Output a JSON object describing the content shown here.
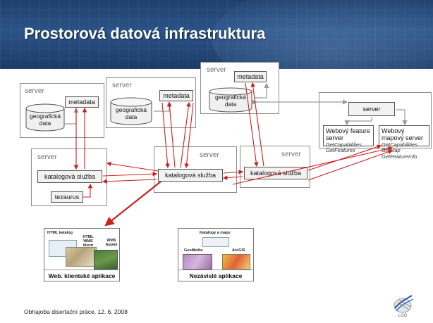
{
  "header": {
    "title": "Prostorová datová infrastruktura"
  },
  "diagram": {
    "server_label": "server",
    "metadata_label": "metadata",
    "geodata_label": "geografická data",
    "catalog_service_label": "katalogová služba",
    "thesaurus_label": "tezaurus",
    "feature_server": {
      "title": "Webový feature server",
      "operations": [
        "GetCapabilities",
        "GetFeatures"
      ]
    },
    "map_server": {
      "title": "Webový mapový server",
      "operations": [
        "GetCapabilities",
        "GetMap",
        "GetFeatureInfo"
      ]
    }
  },
  "clients": {
    "web": {
      "caption": "Web. klientské aplikace",
      "labels": {
        "html_catalog": "HTML katalog",
        "html_wms": "HTML WMS klient",
        "wms_applet": "WMS Applet"
      }
    },
    "independent": {
      "caption": "Nezávislé aplikace",
      "labels": {
        "top": "Katalogy a mapy",
        "left": "GeoMedia",
        "right": "ArcGIS"
      }
    }
  },
  "footer": {
    "text": "Obhajoba disertační práce, 12. 6. 2008",
    "logo_text": "LGG"
  },
  "colors": {
    "accent_red": "#cc1f1f",
    "connector_gray": "#9a9a9a",
    "header_blue": "#2a5386"
  }
}
